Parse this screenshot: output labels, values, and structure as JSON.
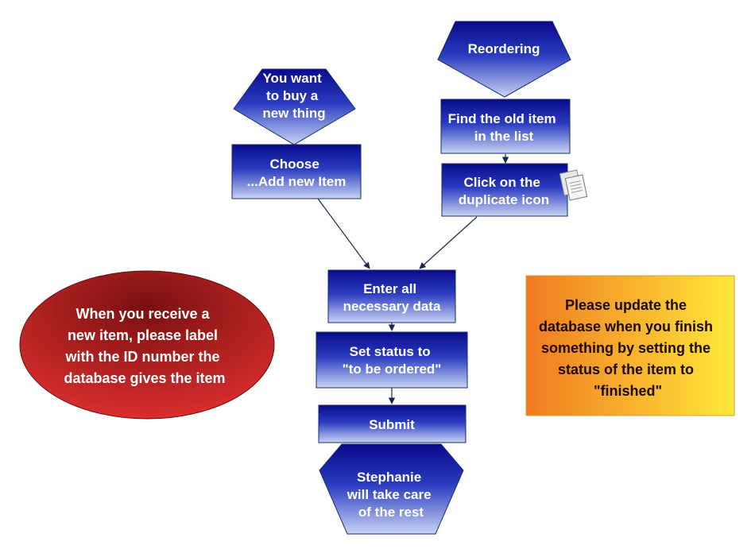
{
  "nodes": {
    "start_new": {
      "lines": [
        "You want",
        "to buy a",
        "new thing"
      ]
    },
    "start_reorder": {
      "lines": [
        "Reordering"
      ]
    },
    "choose": {
      "lines": [
        "Choose",
        "...Add new Item"
      ]
    },
    "find_old": {
      "lines": [
        "Find the old item",
        "in the list"
      ]
    },
    "click_duplicate": {
      "lines": [
        "Click on the",
        "duplicate icon"
      ]
    },
    "enter_data": {
      "lines": [
        "Enter all",
        "necessary data"
      ]
    },
    "set_status": {
      "lines": [
        "Set status to",
        "\"to be ordered\""
      ]
    },
    "submit": {
      "lines": [
        "Submit"
      ]
    },
    "end": {
      "lines": [
        "Stephanie",
        "will take care",
        "of the rest"
      ]
    }
  },
  "notes": {
    "label_oval": {
      "lines": [
        "When you receive a",
        "new item, please label",
        "with the ID number the",
        "database gives the item"
      ]
    },
    "update_box": {
      "lines": [
        "Please update the",
        "database when you finish",
        "something by setting the",
        "status of the item to",
        "\"finished\""
      ]
    }
  },
  "icons": {
    "duplicate": "duplicate-icon"
  },
  "colors": {
    "box_dark": "#0a0a8a",
    "box_light": "#c8d4f4",
    "oval_dark": "#7a1010",
    "oval_light": "#e03030",
    "note_left": "#f07a20",
    "note_right": "#ffe83a",
    "connector": "#1a2a4a"
  }
}
